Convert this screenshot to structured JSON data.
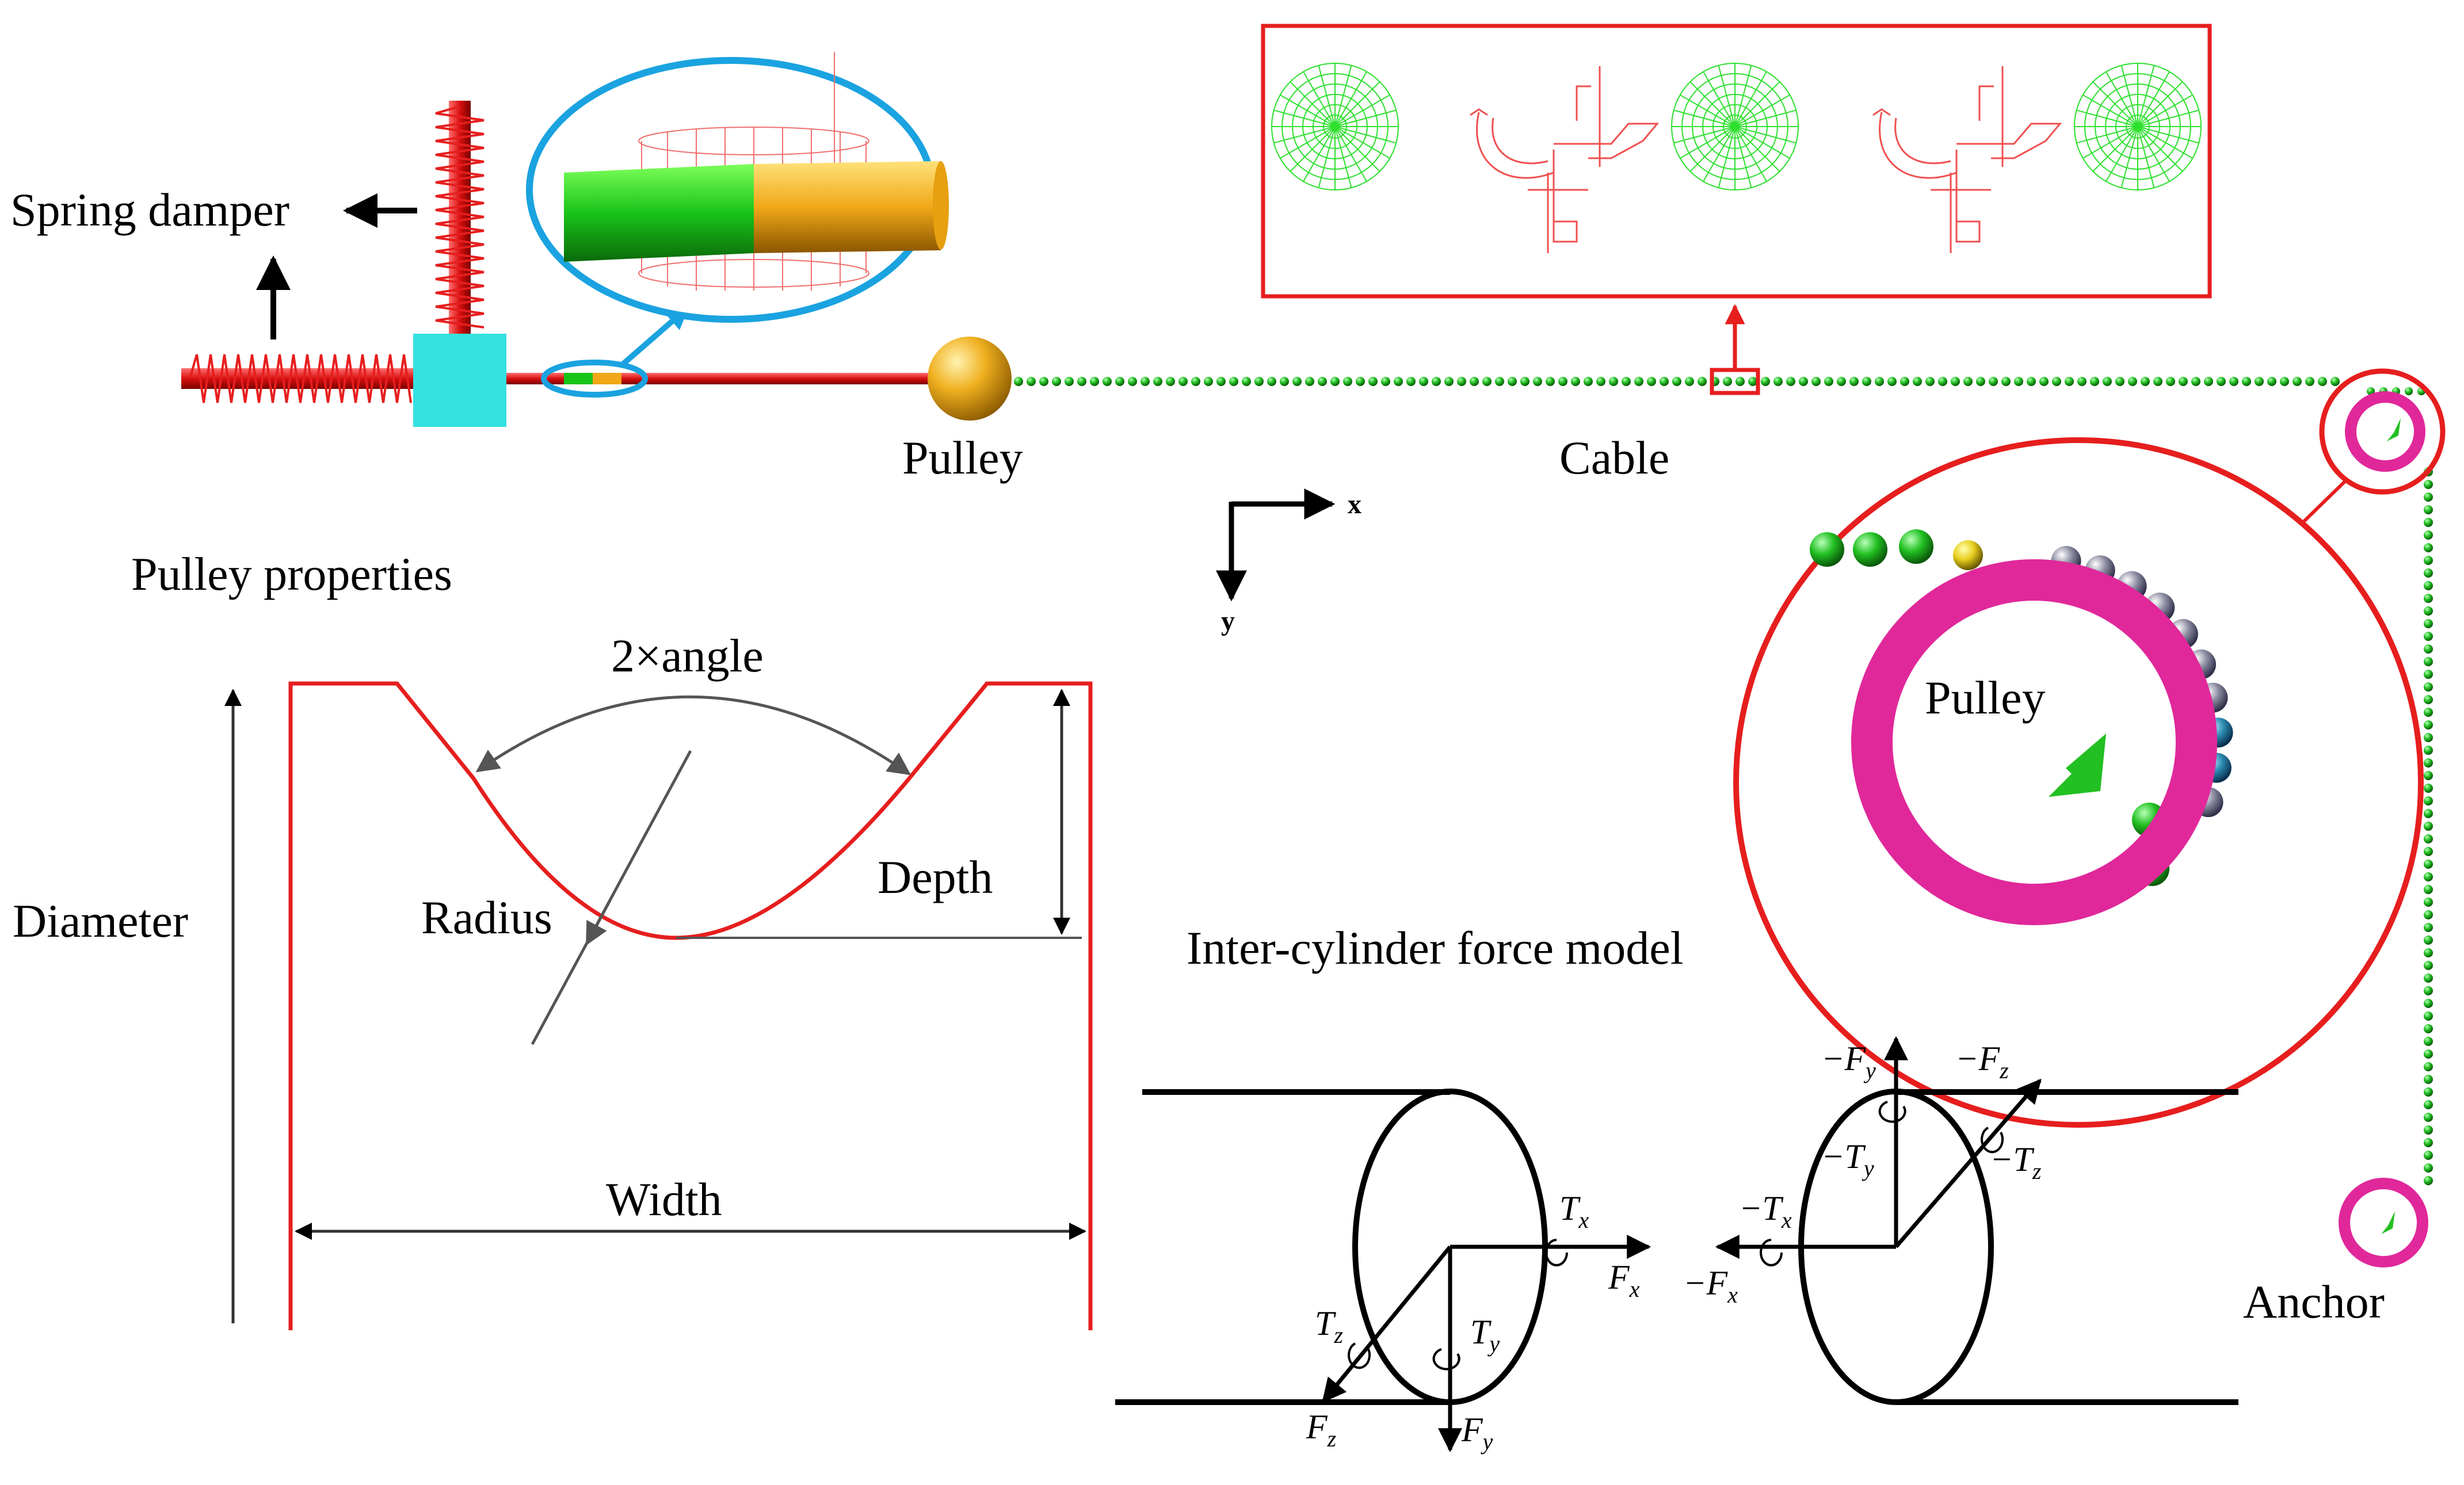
{
  "labels": {
    "spring_damper": "Spring damper",
    "pulley": "Pulley",
    "cable": "Cable",
    "pulley_properties": "Pulley  properties",
    "two_angle": "2×angle",
    "diameter": "Diameter",
    "radius": "Radius",
    "depth": "Depth",
    "width": "Width",
    "inter_cylinder": "Inter-cylinder force model",
    "pulley_zoom": "Pulley",
    "anchor": "Anchor",
    "axis_x": "x",
    "axis_y": "y"
  },
  "forces_left": {
    "tx": "T",
    "tx_sub": "x",
    "fx": "F",
    "fx_sub": "x",
    "tz": "T",
    "tz_sub": "z",
    "fz": "F",
    "fz_sub": "z",
    "ty": "T",
    "ty_sub": "y",
    "fy": "F",
    "fy_sub": "y"
  },
  "forces_right": {
    "fy": "−F",
    "fy_sub": "y",
    "fz": "−F",
    "fz_sub": "z",
    "ty": "−T",
    "ty_sub": "y",
    "tz": "−T",
    "tz_sub": "z",
    "tx": "−T",
    "tx_sub": "x",
    "fx": "−F",
    "fx_sub": "x"
  },
  "colors": {
    "red": "#e61e1e",
    "cable_green": "#2ea82e",
    "highlight_blue": "#1aa3e0",
    "block_cyan": "#35e0e0",
    "pulley_gold": "#f0b020",
    "ring_magenta": "#e0289a",
    "mesh_green": "#2ee02e"
  }
}
